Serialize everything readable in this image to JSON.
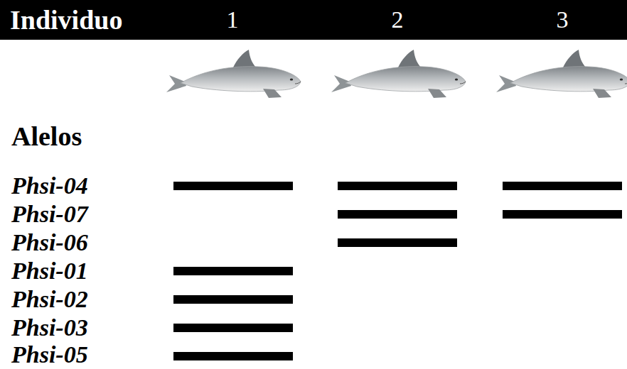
{
  "diagram": {
    "nodes": [
      {
        "text": [
          "Individuo",
          "1",
          "2",
          "3"
        ]
      }
    ],
    "labels": [
      "Alelos",
      "Phsi-04",
      "Phsi-07",
      "Phsi-06",
      "Phsi-01",
      "Phsi-02",
      "Phsi-03",
      "Phsi-05"
    ]
  }
}
